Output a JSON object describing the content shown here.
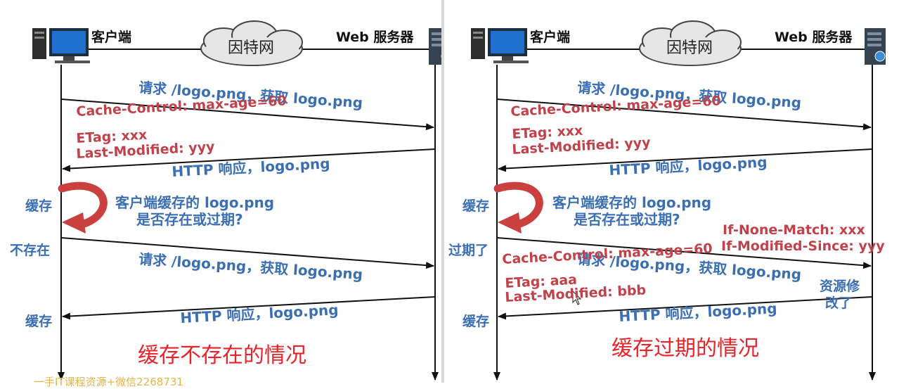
{
  "colors": {
    "blue_text": "#3b6fb5",
    "red_text": "#c0424a",
    "caption": "#e8232a",
    "curl_arrow": "#c9403f"
  },
  "left": {
    "client_label": "客户端",
    "server_label": "Web 服务器",
    "cloud_label": "因特网",
    "request1": "请求 /logo.png，获取 logo.png",
    "header_cache_control": "Cache-Control: max-age=60",
    "header_etag": "ETag: xxx",
    "header_last_modified": "Last-Modified: yyy",
    "response1": "HTTP 响应，logo.png",
    "side_cache_1": "缓存",
    "question_line1": "客户端缓存的 logo.png",
    "question_line2": "是否存在或过期?",
    "side_state": "不存在",
    "request2": "请求 /logo.png，获取 logo.png",
    "side_cache_2": "缓存",
    "response2": "HTTP 响应，logo.png",
    "caption": "缓存不存在的情况"
  },
  "right": {
    "client_label": "客户端",
    "server_label": "Web 服务器",
    "cloud_label": "因特网",
    "request1": "请求 /logo.png，获取 logo.png",
    "header_cache_control": "Cache-Control: max-age=60",
    "header_etag": "ETag: xxx",
    "header_last_modified": "Last-Modified: yyy",
    "response1": "HTTP 响应，logo.png",
    "side_cache_1": "缓存",
    "question_line1": "客户端缓存的 logo.png",
    "question_line2": "是否存在或过期?",
    "side_state": "过期了",
    "if_none_match": "If-None-Match: xxx",
    "if_modified_since": "If-Modified-Since: yyy",
    "request2": "请求 /logo.png，获取 logo.png",
    "header2_cache_control": "Cache-Control: max-age=60",
    "header2_etag": "ETag: aaa",
    "header2_last_modified": "Last-Modified: bbb",
    "modified_line1": "资源修",
    "modified_line2": "改了",
    "side_cache_2": "缓存",
    "response2": "HTTP 响应，logo.png",
    "caption": "缓存过期的情况"
  },
  "watermark": "一手IT课程资源+微信2268731"
}
